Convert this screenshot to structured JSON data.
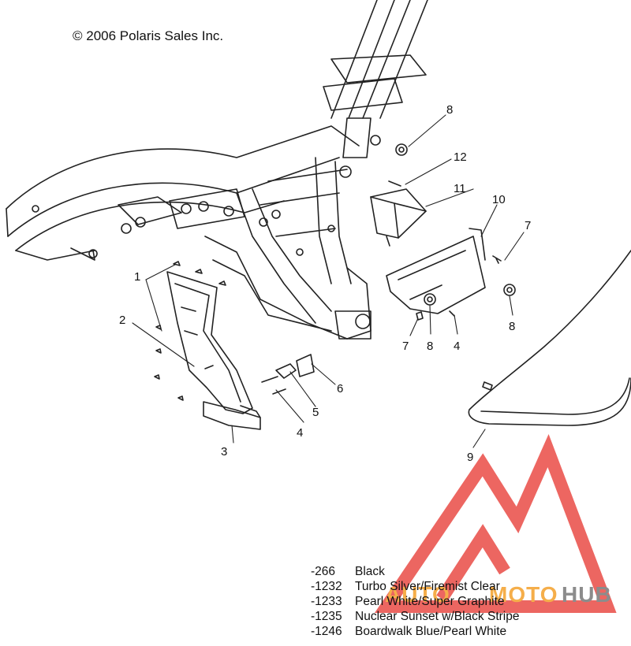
{
  "copyright": "© 2006 Polaris Sales Inc.",
  "callouts": [
    {
      "id": "c1",
      "label": "1"
    },
    {
      "id": "c2",
      "label": "2"
    },
    {
      "id": "c3",
      "label": "3"
    },
    {
      "id": "c4a",
      "label": "4"
    },
    {
      "id": "c4b",
      "label": "4"
    },
    {
      "id": "c5",
      "label": "5"
    },
    {
      "id": "c6",
      "label": "6"
    },
    {
      "id": "c7a",
      "label": "7"
    },
    {
      "id": "c7b",
      "label": "7"
    },
    {
      "id": "c8a",
      "label": "8"
    },
    {
      "id": "c8b",
      "label": "8"
    },
    {
      "id": "c8c",
      "label": "8"
    },
    {
      "id": "c9",
      "label": "9"
    },
    {
      "id": "c10",
      "label": "10"
    },
    {
      "id": "c11",
      "label": "11"
    },
    {
      "id": "c12",
      "label": "12"
    }
  ],
  "legend": [
    {
      "code": "-266",
      "name": "Black"
    },
    {
      "code": "-1232",
      "name": "Turbo Silver/Firemist Clear"
    },
    {
      "code": "-1233",
      "name": "Pearl White/Super Graphite"
    },
    {
      "code": "-1235",
      "name": "Nuclear Sunset w/Black Stripe"
    },
    {
      "code": "-1246",
      "name": "Boardwalk Blue/Pearl White"
    }
  ],
  "watermark": {
    "text_a": "AUTO",
    "text_b": "MOTO",
    "text_c": "HUB",
    "color_red": "#e8403a",
    "color_orange": "#f39a1e",
    "color_grey": "#707070"
  }
}
